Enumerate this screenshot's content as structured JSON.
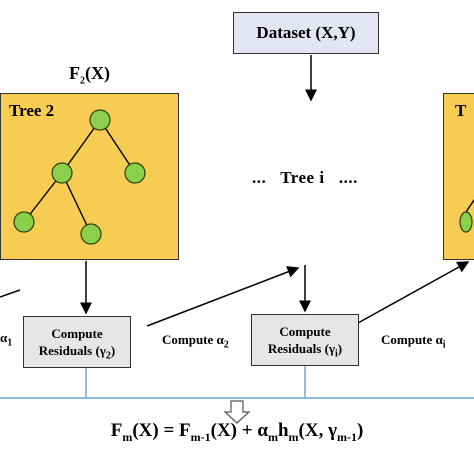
{
  "dataset": {
    "label": "Dataset (X,Y)"
  },
  "left_tree": {
    "function_label": "F",
    "function_sub": "2",
    "function_arg": "(X)",
    "title": "Tree 2"
  },
  "right_tree": {
    "title": "T"
  },
  "middle": {
    "label": "...   Tree i   ...."
  },
  "compute_left": {
    "line1": "Compute",
    "line2": "Residuals (γ",
    "line2_sub": "2",
    "line2_end": ")"
  },
  "compute_right": {
    "line1": "Compute",
    "line2": "Residuals (γ",
    "line2_sub": "i",
    "line2_end": ")"
  },
  "labels": {
    "alpha1": "α",
    "alpha1_sub": "1",
    "compute_a2": "Compute α",
    "compute_a2_sub": "2",
    "compute_ai": "Compute α",
    "compute_ai_sub": "i"
  },
  "formula": {
    "p1": "F",
    "p1_sub": "m",
    "p2": "(X) = F",
    "p2_sub": "m-1",
    "p3": "(X) + α",
    "p3_sub": "m",
    "p4": "h",
    "p4_sub": "m",
    "p5": "(X, γ",
    "p5_sub": "m-1",
    "p6": ")"
  },
  "colors": {
    "tree_panel": "#f7cc52",
    "node_fill": "#8ad04a",
    "dataset_box": "#e3e6f2",
    "compute_box": "#e6e6e6",
    "connector_blue": "#6aa8d8"
  }
}
